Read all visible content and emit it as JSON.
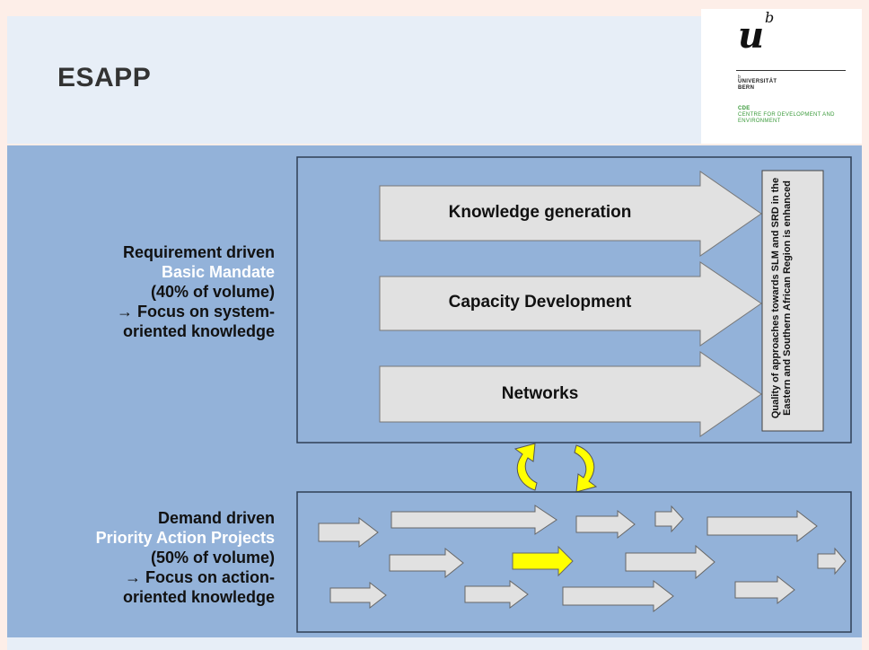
{
  "header": {
    "title": "ESAPP"
  },
  "logo": {
    "mark_u": "u",
    "mark_b": "b",
    "small_b": "b",
    "university": "UNIVERSITÄT\nBERN",
    "cde_abbr": "CDE",
    "cde_name": "CENTRE FOR DEVELOPMENT AND ENVIRONMENT"
  },
  "upper_section": {
    "line1": "Requirement driven",
    "line2_accent": "Basic Mandate",
    "line3": "(40% of volume)",
    "line4": "→ Focus on system-",
    "line5": "oriented knowledge",
    "arrows": [
      "Knowledge generation",
      "Capacity Development",
      "Networks"
    ],
    "outcome": "Quality of approaches towards SLM and SRD in the Eastern and Southern African Region is enhanced"
  },
  "lower_section": {
    "line1": "Demand driven",
    "line2_accent": "Priority Action Projects",
    "line3": "(50% of volume)",
    "line4": "→ Focus on action-",
    "line5": "oriented knowledge"
  },
  "colors": {
    "header_bg": "#e7eef7",
    "panel_bg": "#93b2d9",
    "box_border": "#2f3f55",
    "arrow_fill": "#e1e1e1",
    "arrow_stroke": "#666666",
    "highlight_arrow": "#ffff00"
  }
}
